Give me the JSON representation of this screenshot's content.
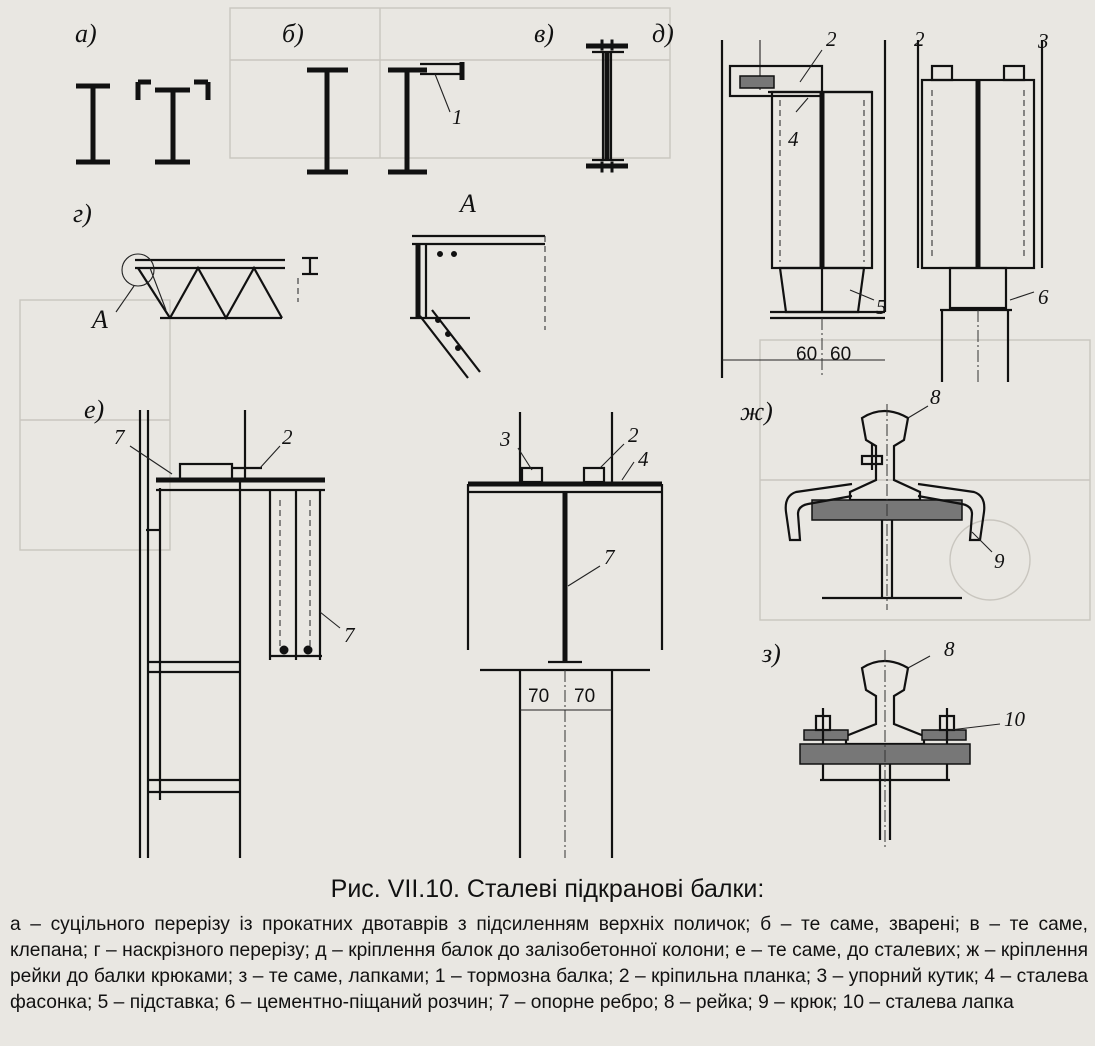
{
  "figure": {
    "title": "Рис. VII.10. Сталеві підкранові балки:",
    "caption": "а – суцільного перерізу із прокатних двотаврів з підсиленням верхніх поличок; б – те саме, зварені; в – те саме, клепана; г – наскрізного перерізу; д – кріплення балок до залізобетонної колони; е – те саме, до сталевих; ж – кріплення рейки до балки крюками; з – те саме, лапками; 1 – тормозна балка; 2 – кріпильна планка; 3 – упорний кутик; 4 – сталева фасонка; 5 – підставка; 6 – цементно-піщаний розчин; 7 – опорне ребро; 8 – рейка; 9 – крюк; 10 – сталева лапка"
  },
  "panels": {
    "a": "а)",
    "b": "б)",
    "v": "в)",
    "g": "г)",
    "d": "д)",
    "e": "е)",
    "zh": "ж)",
    "z": "з)"
  },
  "callouts": {
    "c1": "1",
    "c2": "2",
    "c3": "3",
    "c4": "4",
    "c5": "5",
    "c6": "6",
    "c7": "7",
    "c8": "8",
    "c9": "9",
    "c10": "10",
    "node_a": "А"
  },
  "dimensions": {
    "d_left": "60",
    "d_right": "60",
    "e_left": "70",
    "e_right": "70"
  }
}
